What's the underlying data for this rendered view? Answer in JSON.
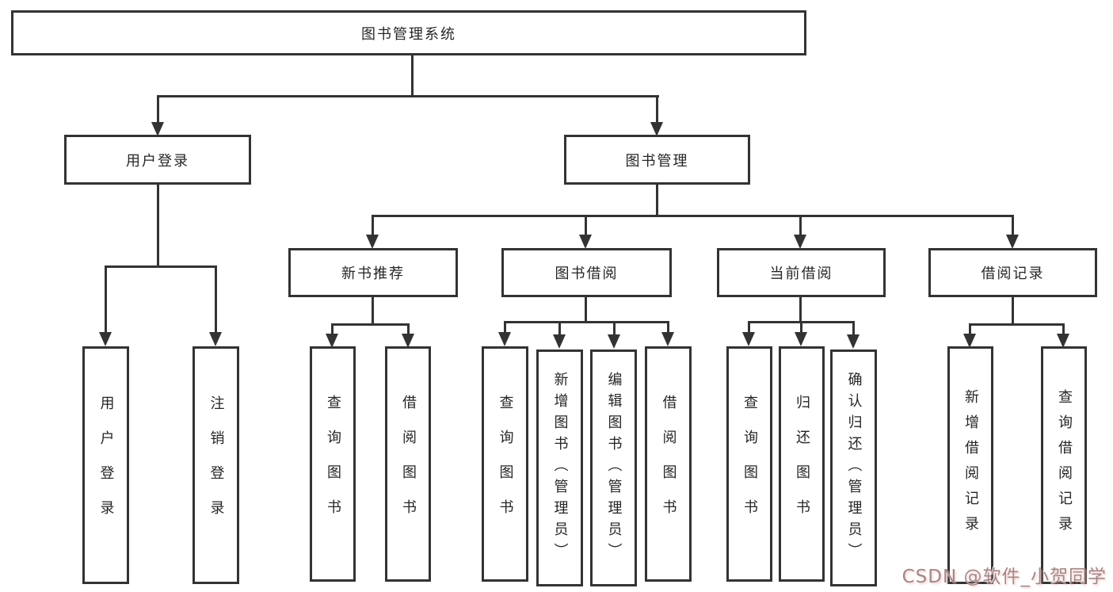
{
  "tree": {
    "root": "图书管理系统",
    "branches": [
      {
        "label": "用户登录",
        "children": [
          "用户登录",
          "注销登录"
        ]
      },
      {
        "label": "图书管理",
        "children": [
          {
            "label": "新书推荐",
            "children": [
              "查询图书",
              "借阅图书"
            ]
          },
          {
            "label": "图书借阅",
            "children": [
              "查询图书",
              "新增图书（管理员）",
              "编辑图书（管理员）",
              "借阅图书"
            ]
          },
          {
            "label": "当前借阅",
            "children": [
              "查询图书",
              "归还图书",
              "确认归还（管理员）"
            ]
          },
          {
            "label": "借阅记录",
            "children": [
              "新增借阅记录",
              "查询借阅记录"
            ]
          }
        ]
      }
    ]
  },
  "watermark": "CSDN @软件_小贺同学",
  "colors": {
    "line": "#333333",
    "text": "#262626",
    "background": "#ffffff",
    "watermark": "#a08888"
  }
}
